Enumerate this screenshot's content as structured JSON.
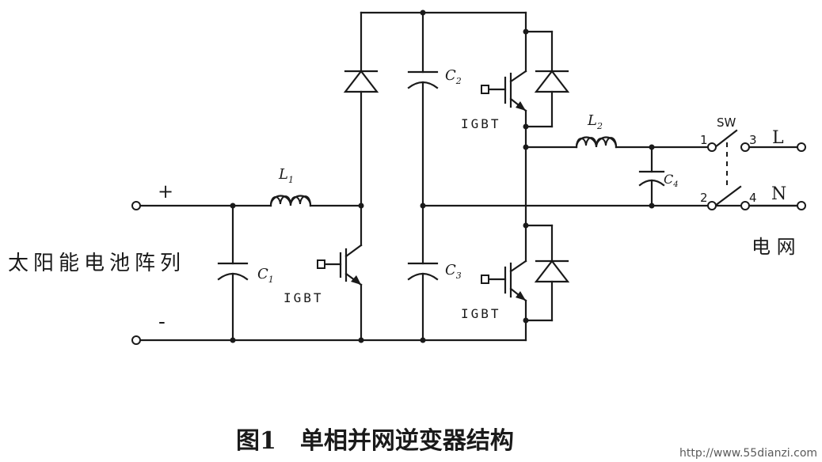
{
  "diagram": {
    "source_label": "太阳能电池阵列",
    "grid_label": "电 网",
    "plus_label": "+",
    "minus_label": "-",
    "inductor_1_label": "L",
    "inductor_1_sub": "1",
    "inductor_2_label": "L",
    "inductor_2_sub": "2",
    "capacitor_1_label": "C",
    "capacitor_1_sub": "1",
    "capacitor_2_label": "C",
    "capacitor_2_sub": "2",
    "capacitor_3_label": "C",
    "capacitor_3_sub": "3",
    "capacitor_4_label": "C",
    "capacitor_4_sub": "4",
    "igbt_boost_label": "IGBT",
    "igbt_upper_label": "IGBT",
    "igbt_lower_label": "IGBT",
    "switch_label": "SW",
    "switch_pin_1": "1",
    "switch_pin_2": "2",
    "switch_pin_3": "3",
    "switch_pin_4": "4",
    "line_label": "L",
    "neutral_label": "N",
    "caption": "图1　单相并网逆变器结构",
    "watermark": "http://www.55dianzi.com"
  }
}
